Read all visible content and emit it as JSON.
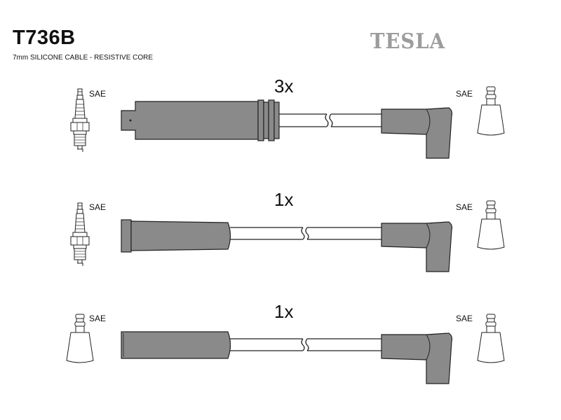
{
  "header": {
    "code": "T736B",
    "subtitle": "7mm SILICONE CABLE - RESISTIVE CORE",
    "brand": "TESLA"
  },
  "cables": [
    {
      "qty": "3x",
      "left_label": "SAE",
      "right_label": "SAE",
      "left_end": "spark-plug",
      "boot": "long-coil-boot"
    },
    {
      "qty": "1x",
      "left_label": "SAE",
      "right_label": "SAE",
      "left_end": "spark-plug",
      "boot": "straight-boot"
    },
    {
      "qty": "1x",
      "left_label": "SAE",
      "right_label": "SAE",
      "left_end": "sae-terminal",
      "boot": "straight-boot"
    }
  ],
  "colors": {
    "boot": "#8a8a8a",
    "line": "#222222",
    "logo": "#9c9c9c"
  }
}
